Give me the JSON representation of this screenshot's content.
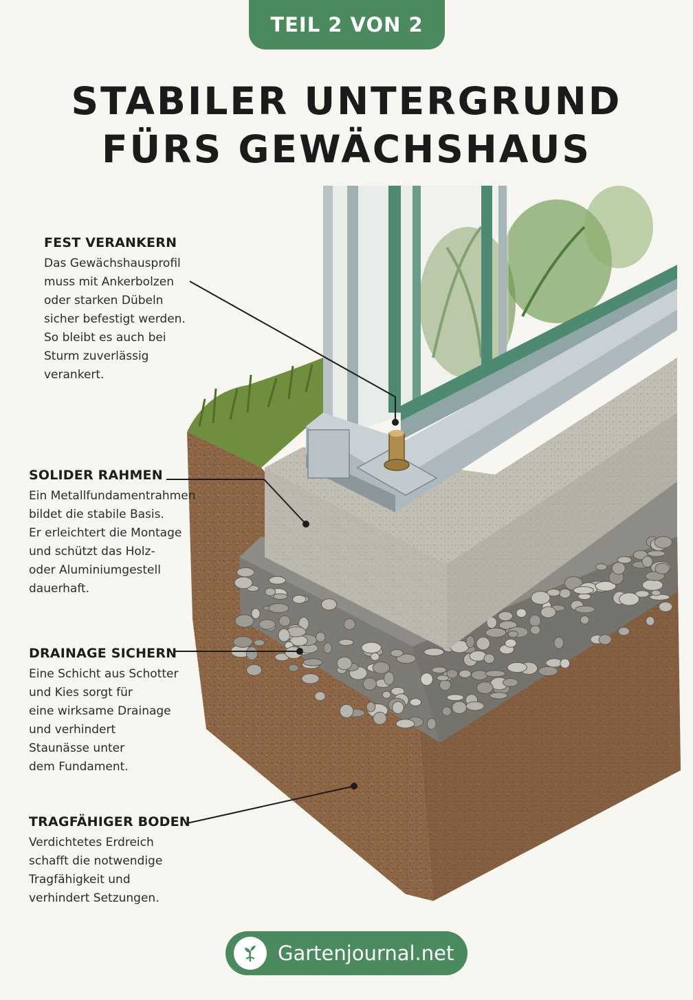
{
  "badge": {
    "text": "TEIL 2 VON 2"
  },
  "title": {
    "line1": "STABILER UNTERGRUND",
    "line2": "FÜRS GEWÄCHSHAUS"
  },
  "sections": [
    {
      "heading": "FEST VERANKERN",
      "text": "Das Gewächshausprofil\nmuss mit Ankerbolzen\noder starken Dübeln\nsicher befestigt werden.\nSo bleibt es auch bei\nSturm zuverlässig\nverankert."
    },
    {
      "heading": "SOLIDER RAHMEN",
      "text": "Ein Metallfundamentrahmen\nbildet die stabile Basis.\nEr erleichtert die Montage\nund schützt das Holz-\noder Aluminiumgestell\ndauerhaft."
    },
    {
      "heading": "DRAINAGE SICHERN",
      "text": "Eine Schicht aus Schotter\nund Kies sorgt für\neine wirksame Drainage\nund verhindert\nStaunässe unter\ndem Fundament."
    },
    {
      "heading": "TRAGFÄHIGER BODEN",
      "text": "Verdichtetes Erdreich\nschafft die notwendige\nTragfähigkeit und\nverhindert Setzungen."
    }
  ],
  "brand": {
    "name": "Gartenjournal.net",
    "icon": "sprout-icon"
  },
  "colors": {
    "accent": "#4b8a5e",
    "background": "#f7f6f1",
    "soil": "#8a6444",
    "concrete": "#bdb9ae",
    "metal": "#aeb8bf",
    "glass_frame": "#4e8a72"
  }
}
